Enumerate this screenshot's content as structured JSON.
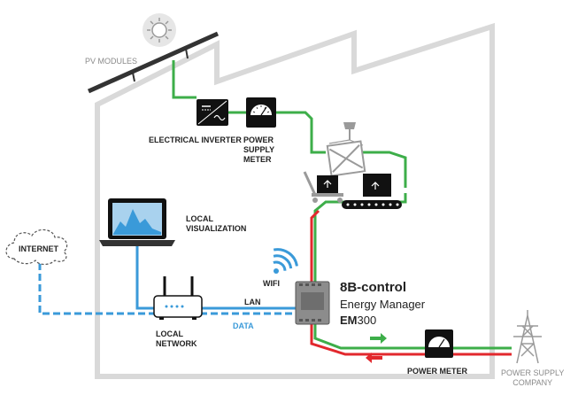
{
  "labels": {
    "pv_modules": "PV MODULES",
    "electrical_inverter": "ELECTRICAL INVERTER",
    "power_supply_meter": "POWER\nSUPPLY\nMETER",
    "local_visualization": "LOCAL\nVISUALIZATION",
    "internet": "INTERNET",
    "wifi": "WIFI",
    "lan": "LAN",
    "data": "DATA",
    "local_network": "LOCAL\nNETWORK",
    "power_meter": "POWER METER",
    "power_supply_company": "POWER SUPPLY\nCOMPANY"
  },
  "device": {
    "brand_mark": "8B-control",
    "product_line": "Energy Manager",
    "model_prefix": "EM",
    "model_number": "300"
  },
  "colors": {
    "solar_line": "#3dae49",
    "grid_line": "#e2282d",
    "data_line": "#3a9ad9",
    "building_outline": "#d9d9d9"
  },
  "icons": [
    "sun-icon",
    "solar-panel-icon",
    "inverter-icon",
    "meter-icon",
    "crane-icon",
    "pallet-truck-icon",
    "conveyor-icon",
    "laptop-icon",
    "cloud-icon",
    "wifi-icon",
    "router-icon",
    "energy-manager-icon",
    "power-meter-icon",
    "transmission-tower-icon",
    "arrow-right-icon",
    "arrow-left-icon"
  ]
}
